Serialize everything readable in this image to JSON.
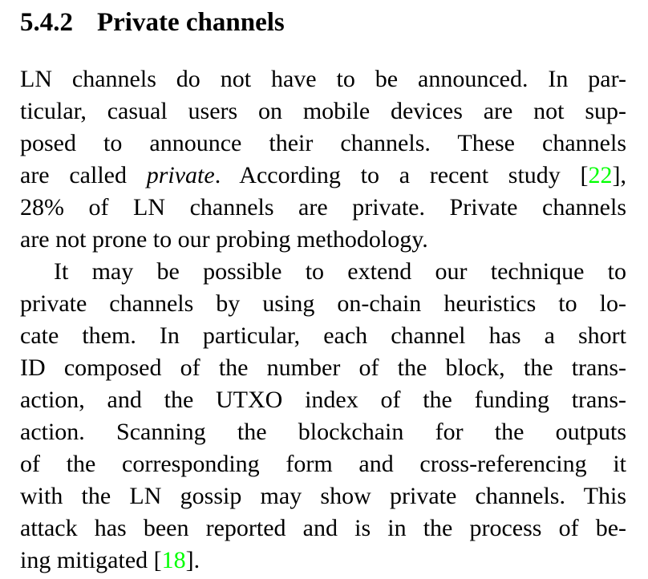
{
  "page": {
    "background": "#ffffff",
    "text_color": "#000000",
    "citation_color": "#00ff00"
  },
  "heading": {
    "number": "5.4.2",
    "title": "Private channels"
  },
  "paragraphs": [
    {
      "indent": false,
      "lines": [
        {
          "justify": true,
          "segments": [
            {
              "t": "LN channels do not have to be announced. In par-"
            }
          ]
        },
        {
          "justify": true,
          "segments": [
            {
              "t": "ticular, casual users on mobile devices are not sup-"
            }
          ]
        },
        {
          "justify": true,
          "segments": [
            {
              "t": "posed to announce their channels. These channels"
            }
          ]
        },
        {
          "justify": true,
          "segments": [
            {
              "t": "are called "
            },
            {
              "t": "private",
              "style": "italic"
            },
            {
              "t": ". According to a recent study ["
            },
            {
              "t": "22",
              "style": "cite"
            },
            {
              "t": "],"
            }
          ]
        },
        {
          "justify": true,
          "segments": [
            {
              "t": "28% of LN channels are private. Private channels"
            }
          ]
        },
        {
          "justify": false,
          "segments": [
            {
              "t": "are not prone to our probing methodology."
            }
          ]
        }
      ]
    },
    {
      "indent": true,
      "lines": [
        {
          "justify": true,
          "segments": [
            {
              "t": "It may be possible to extend our technique to"
            }
          ]
        },
        {
          "justify": true,
          "segments": [
            {
              "t": "private channels by using on-chain heuristics to lo-"
            }
          ]
        },
        {
          "justify": true,
          "segments": [
            {
              "t": "cate them. In particular, each channel has a short"
            }
          ]
        },
        {
          "justify": true,
          "segments": [
            {
              "t": "ID composed of the number of the block, the trans-"
            }
          ]
        },
        {
          "justify": true,
          "segments": [
            {
              "t": "action, and the UTXO index of the funding trans-"
            }
          ]
        },
        {
          "justify": true,
          "segments": [
            {
              "t": "action. Scanning the blockchain for the outputs"
            }
          ]
        },
        {
          "justify": true,
          "segments": [
            {
              "t": "of the corresponding form and cross-referencing it"
            }
          ]
        },
        {
          "justify": true,
          "segments": [
            {
              "t": "with the LN gossip may show private channels. This"
            }
          ]
        },
        {
          "justify": true,
          "segments": [
            {
              "t": "attack has been reported and is in the process of be-"
            }
          ]
        },
        {
          "justify": false,
          "segments": [
            {
              "t": "ing mitigated ["
            },
            {
              "t": "18",
              "style": "cite"
            },
            {
              "t": "]."
            }
          ]
        }
      ]
    }
  ]
}
